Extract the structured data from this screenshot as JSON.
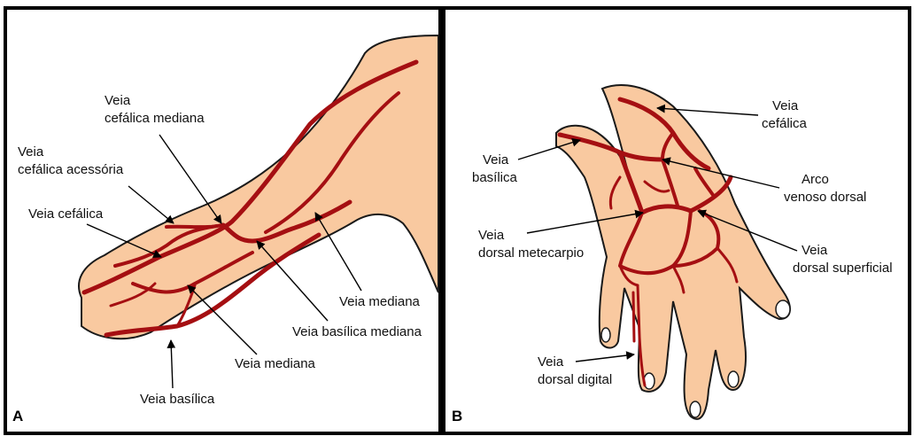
{
  "colors": {
    "skin": "#F9C9A0",
    "vein": "#A50F12",
    "outline": "#1a1a1a",
    "frame": "#000000",
    "nail": "#FFFFFF"
  },
  "panel_a": {
    "letter": "A",
    "labels": {
      "cefalica_mediana_l1": "Veia",
      "cefalica_mediana_l2": "cefálica mediana",
      "cefalica_acessoria_l1": "Veia",
      "cefalica_acessoria_l2": "cefálica acessória",
      "cefalica": "Veia cefálica",
      "mediana_upper": "Veia mediana",
      "basilica_mediana": "Veia basílica mediana",
      "mediana_lower": "Veia mediana",
      "basilica": "Veia basílica"
    }
  },
  "panel_b": {
    "letter": "B",
    "labels": {
      "basilica_l1": "Veia",
      "basilica_l2": "basílica",
      "cefalica_l1": "Veia",
      "cefalica_l2": "cefálica",
      "arco_l1": "Arco",
      "arco_l2": "venoso dorsal",
      "metacarpio_l1": "Veia",
      "metacarpio_l2": "dorsal metecarpio",
      "superficial_l1": "Veia",
      "superficial_l2": "dorsal superficial",
      "digital_l1": "Veia",
      "digital_l2": "dorsal digital"
    }
  }
}
